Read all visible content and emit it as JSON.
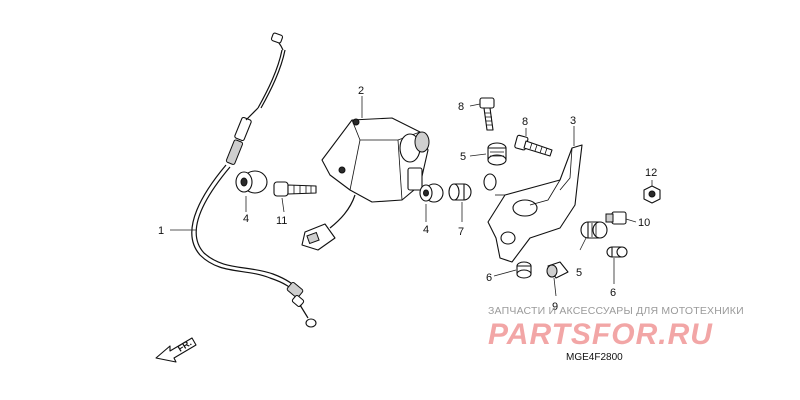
{
  "callouts": [
    {
      "id": "c1",
      "text": "1"
    },
    {
      "id": "c2",
      "text": "2"
    },
    {
      "id": "c3",
      "text": "3"
    },
    {
      "id": "c4a",
      "text": "4"
    },
    {
      "id": "c4b",
      "text": "4"
    },
    {
      "id": "c5a",
      "text": "5"
    },
    {
      "id": "c5b",
      "text": "5"
    },
    {
      "id": "c6a",
      "text": "6"
    },
    {
      "id": "c6b",
      "text": "6"
    },
    {
      "id": "c7",
      "text": "7"
    },
    {
      "id": "c8a",
      "text": "8"
    },
    {
      "id": "c8b",
      "text": "8"
    },
    {
      "id": "c9",
      "text": "9"
    },
    {
      "id": "c10",
      "text": "10"
    },
    {
      "id": "c11",
      "text": "11"
    },
    {
      "id": "c12",
      "text": "12"
    }
  ],
  "direction_arrow": {
    "label": "FR.",
    "icon": "front-direction-arrow-icon"
  },
  "watermark": {
    "caption": "ЗАПЧАСТИ И АКСЕССУАРЫ ДЛЯ МОТОТЕХНИКИ",
    "logo_text": "PARTSFOR.RU",
    "color": "#f2a6a6"
  },
  "diagram_code": "MGE4F2800"
}
